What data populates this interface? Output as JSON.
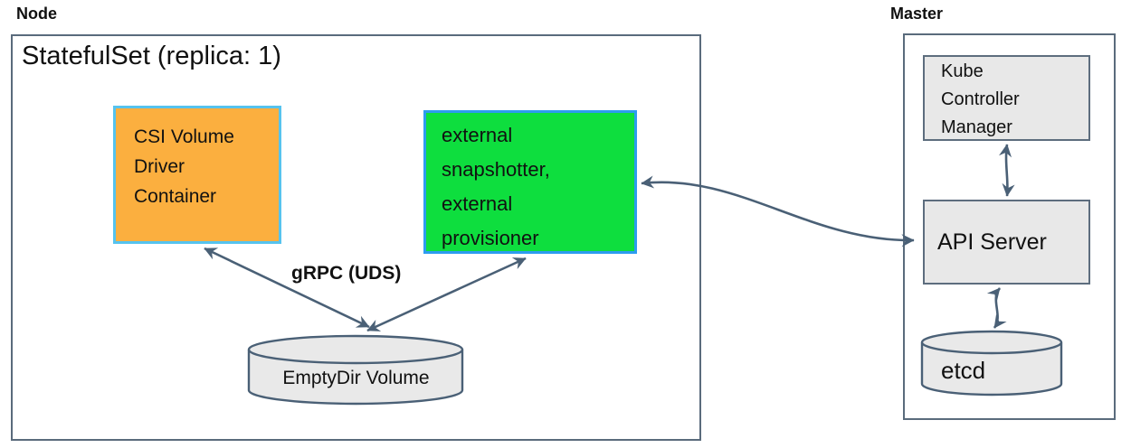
{
  "node": {
    "label": "Node",
    "statefulset_title": "StatefulSet (replica: 1)",
    "csi_driver_container": "CSI Volume Driver Container",
    "sidecar_container": "external snapshotter, external provisioner",
    "grpc_label": "gRPC (UDS)",
    "emptydir_volume": "EmptyDir Volume"
  },
  "master": {
    "label": "Master",
    "kube_controller_manager": "Kube Controller Manager",
    "api_server": "API Server",
    "etcd": "etcd"
  },
  "colors": {
    "csi_box_fill": "#FBAF3F",
    "csi_box_border": "#56C3EE",
    "sidecar_box_fill": "#0EDE3E",
    "sidecar_box_border": "#2D9CEF",
    "gray_box_fill": "#E8E8E8",
    "gray_box_border": "#5D6D7E",
    "container_border": "#5A6B7C",
    "cylinder_fill": "#E9E9E9",
    "arrow_color": "#4A6076",
    "text_color": "#111111"
  }
}
